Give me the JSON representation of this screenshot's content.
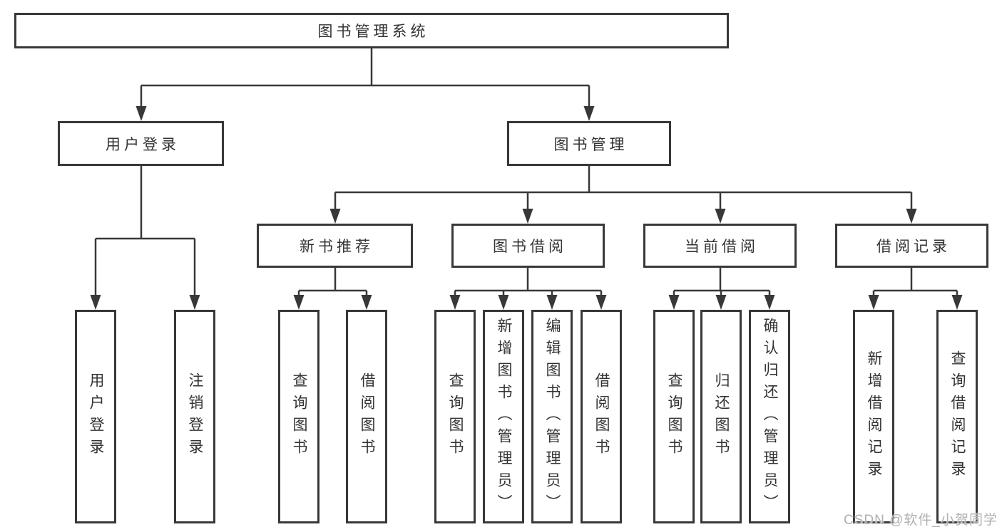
{
  "diagram": {
    "root": {
      "label": "图书管理系统"
    },
    "level2": {
      "user_login": {
        "label": "用户登录"
      },
      "book_mgmt": {
        "label": "图书管理"
      }
    },
    "level3": {
      "new_book_rec": {
        "label": "新书推荐"
      },
      "book_borrow": {
        "label": "图书借阅"
      },
      "current_borrow": {
        "label": "当前借阅"
      },
      "borrow_records": {
        "label": "借阅记录"
      }
    },
    "leaves": {
      "user_login": [
        "用户登录",
        "注销登录"
      ],
      "new_book_rec": [
        "查询图书",
        "借阅图书"
      ],
      "book_borrow": [
        "查询图书",
        "新增图书（管理员）",
        "编辑图书（管理员）",
        "借阅图书"
      ],
      "current_borrow": [
        "查询图书",
        "归还图书",
        "确认归还（管理员）"
      ],
      "borrow_records": [
        "新增借阅记录",
        "查询借阅记录"
      ]
    },
    "colors": {
      "line": "#383838",
      "box_border": "#383838",
      "box_bg": "#ffffff",
      "text": "#333333",
      "watermark": "#b0b0b0"
    },
    "watermark": "CSDN @软件_小贺同学"
  }
}
